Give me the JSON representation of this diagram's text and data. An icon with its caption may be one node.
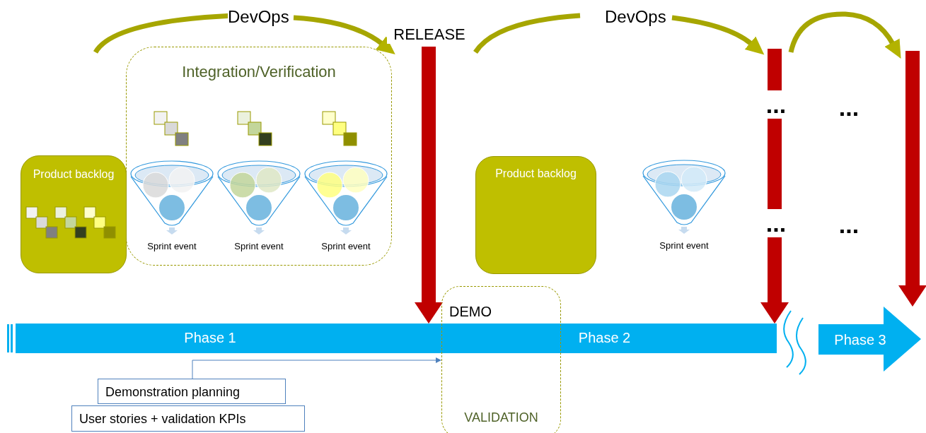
{
  "diagram": {
    "nodes": [
      {
        "text": [
          "Product backlog"
        ]
      },
      {
        "text": [
          "Integration/Verification"
        ]
      },
      {
        "text": [
          "Sprint event"
        ],
        "in": 1
      },
      {
        "text": [
          "Sprint event"
        ],
        "in": 1
      },
      {
        "text": [
          "Sprint event"
        ],
        "in": 1
      },
      {
        "text": [
          "Product backlog"
        ]
      },
      {
        "text": [
          "Sprint event"
        ]
      },
      {
        "text": [
          "DEMO",
          "VALIDATION"
        ]
      },
      {
        "text": [
          "Phase 1"
        ]
      },
      {
        "text": [
          "Phase 2"
        ]
      },
      {
        "text": [
          "Phase 3"
        ]
      },
      {
        "text": [
          "Demonstration planning"
        ]
      },
      {
        "text": [
          "User stories + validation KPIs"
        ]
      }
    ],
    "edges": [
      {
        "from": null,
        "to": 8,
        "arrow": "to",
        "label": "RELEASE"
      },
      {
        "from": null,
        "to": 9,
        "arrow": "to"
      },
      {
        "from": null,
        "to": 10,
        "arrow": "to"
      },
      {
        "from": 11,
        "to": 7,
        "arrow": "to",
        "color": "#4f81bd"
      }
    ],
    "labels": [
      "DevOps",
      "DevOps",
      "...",
      "...",
      "...",
      "..."
    ]
  }
}
